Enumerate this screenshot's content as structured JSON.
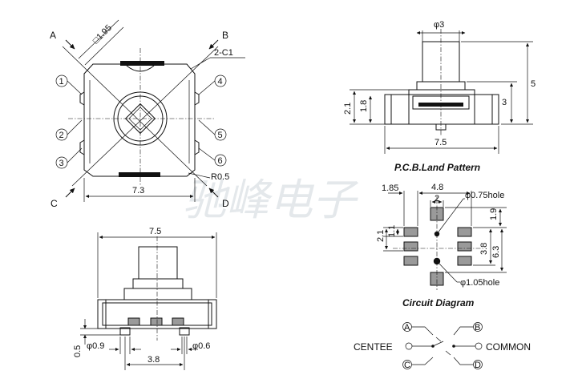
{
  "watermark": "驰峰电子",
  "top_view": {
    "corner_labels": {
      "a": "A",
      "b": "B",
      "c": "C",
      "d": "D"
    },
    "pins": [
      "1",
      "2",
      "3",
      "4",
      "5",
      "6"
    ],
    "dims": {
      "square": "□1.95",
      "chamfer": "2-C1",
      "width": "7.3",
      "radius": "R0.5"
    }
  },
  "side_view": {
    "dims": {
      "diameter": "φ3",
      "width": "7.5",
      "height": "5",
      "body": "3",
      "h1": "2.1",
      "h2": "1.8"
    }
  },
  "pcb": {
    "title": "P.C.B.Land Pattern",
    "dims": {
      "left": "1.85",
      "span": "4.8",
      "gap": "2",
      "hole_small": "φ0.75hole",
      "top": "1.9",
      "v1": "2.1",
      "v2": "1.1",
      "v3": "3.8",
      "v4": "6.3",
      "hole_large": "φ1.05hole"
    }
  },
  "front_view": {
    "dims": {
      "width": "7.5",
      "leg": "0.5",
      "d1": "φ0.9",
      "pitch": "3.8",
      "d2": "φ0.6"
    }
  },
  "circuit": {
    "title": "Circuit Diagram",
    "left_label": "CENTEE",
    "right_label": "COMMON",
    "nodes": {
      "a": "A",
      "b": "B",
      "c": "C",
      "d": "D"
    }
  }
}
